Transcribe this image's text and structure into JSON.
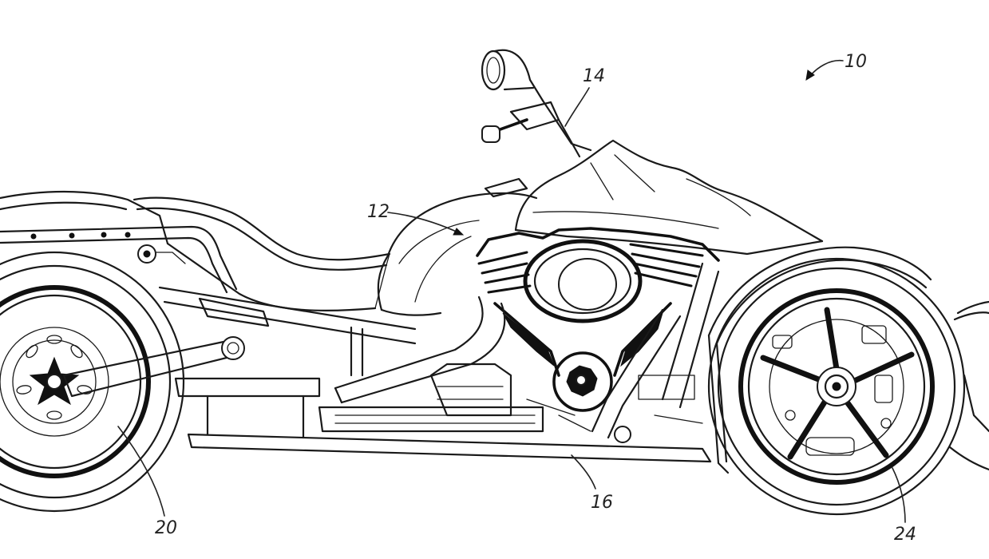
{
  "figure": {
    "reference_numerals": {
      "vehicle": "10",
      "body": "12",
      "handlebar": "14",
      "frame": "16",
      "rear_wheel": "20",
      "front_wheel": "24"
    }
  }
}
